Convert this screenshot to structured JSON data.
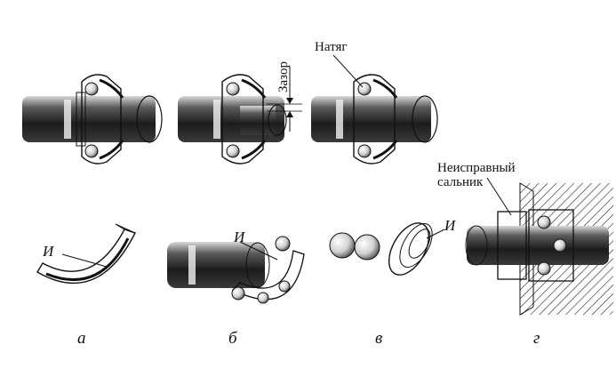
{
  "figure": {
    "annotations": {
      "gap": "Зазор",
      "interference": "Натяг",
      "faulty_seal_line1": "Неисправный",
      "faulty_seal_line2": "сальник",
      "wear_mark_a": "И",
      "wear_mark_b": "И",
      "wear_mark_c": "И"
    },
    "sublabels": {
      "a": "а",
      "b": "б",
      "c": "в",
      "d": "г"
    }
  }
}
